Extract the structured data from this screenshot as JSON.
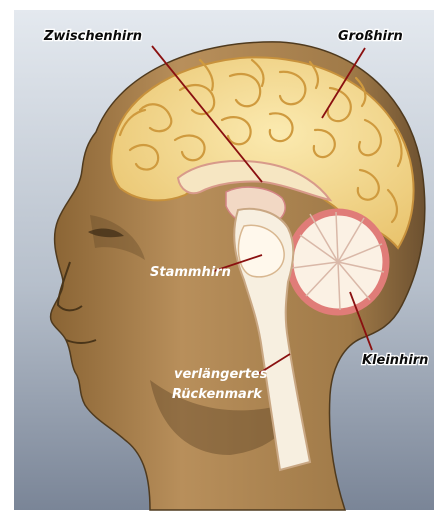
{
  "labels": {
    "zwischenhirn": "Zwischenhirn",
    "grosshirn": "Großhirn",
    "stammhirn": "Stammhirn",
    "kleinhirn": "Kleinhirn",
    "rueckenmark_line1": "verlängertes",
    "rueckenmark_line2": "Rückenmark"
  },
  "colors": {
    "background_top": "#dde4ec",
    "background_bottom": "#7c8798",
    "skin": "#b58c59",
    "skin_shadow": "#5f4524",
    "brain": "#f3d98c",
    "brain_fold": "#cf9a3e",
    "cerebellum_rim": "#e07c78",
    "brainstem": "#f4ead7",
    "leader_line": "#8a1010"
  },
  "icons": {
    "illustration": "head-brain-anatomy-icon"
  }
}
